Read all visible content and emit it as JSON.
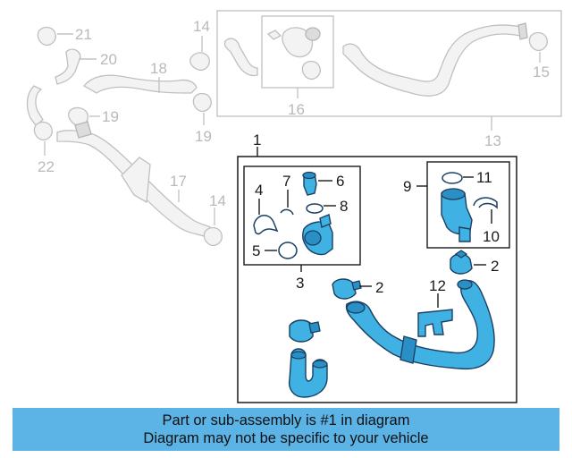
{
  "callouts": {
    "n1": "1",
    "n2a": "2",
    "n2b": "2",
    "n3": "3",
    "n4": "4",
    "n5": "5",
    "n6": "6",
    "n7": "7",
    "n8": "8",
    "n9": "9",
    "n10": "10",
    "n11": "11",
    "n12": "12",
    "n13": "13",
    "n14a": "14",
    "n14b": "14",
    "n15": "15",
    "n16": "16",
    "n17": "17",
    "n18": "18",
    "n19a": "19",
    "n19b": "19",
    "n20": "20",
    "n21": "21",
    "n22": "22"
  },
  "banner": {
    "line1": "Part or sub-assembly is #1 in diagram",
    "line2": "Diagram may not be specific to your vehicle"
  },
  "colors": {
    "highlight_parts": "#3fb2e3",
    "banner_background": "#5bb3e6",
    "context_parts": "#c0c0c0"
  }
}
